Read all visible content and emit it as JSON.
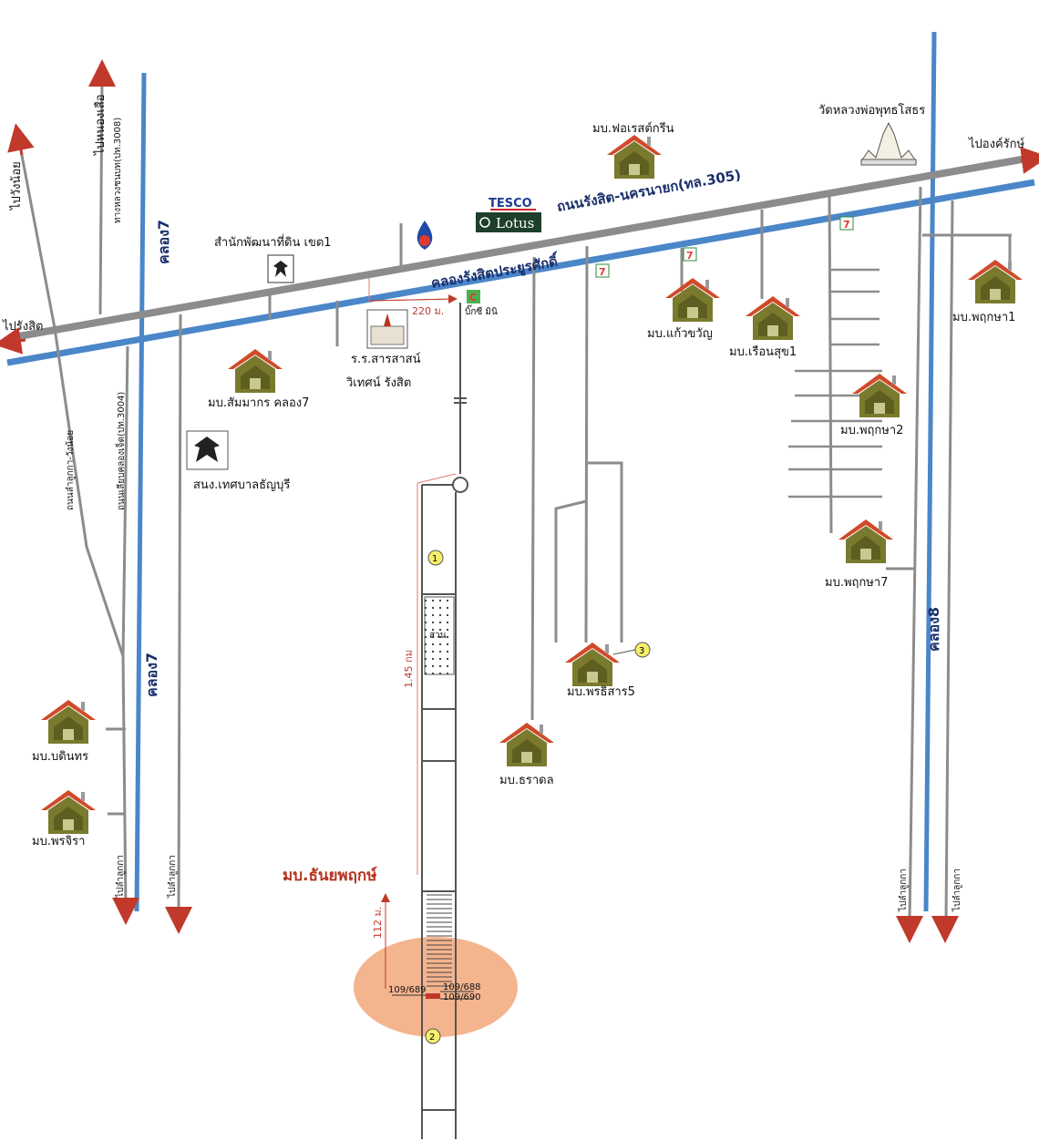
{
  "roads": {
    "main_road": "ถนนรังสิต-นครนายก(ทล.305)",
    "main_canal": "คลองรังสิตประยูรศักดิ์",
    "klong7_top": "คลอง7",
    "klong7_bottom": "คลอง7",
    "klong8": "คลอง8",
    "to_rangsit": "ไปรังสิต",
    "to_ongkharak": "ไปองค์รักษ์",
    "to_wangnoi": "ไปวังน้อย",
    "to_nongsua": "ไปหนองเสือ",
    "side_road_3008": "ทางหลวงชนบท(ปท.3008)",
    "side_road_3004": "ถนนเลียบคลองเจ็ด(ปท.3004)",
    "side_road_lamlukka": "ถนนลำลูกกา-วังน้อย",
    "to_lamlukka_1": "ไปลำลูกกา",
    "to_lamlukka_2": "ไปลำลูกกา",
    "to_lamlukka_3": "ไปลำลูกกา",
    "to_lamlukka_4": "ไปลำลูกกา"
  },
  "places": {
    "forest_green": "มบ.ฟอเรสต์กรีน",
    "wat": "วัดหลวงพ่อพุทธโสธร",
    "land_office": "สำนักพัฒนาที่ดิน เขต1",
    "school_1": "ร.ร.สารสาสน์",
    "school_2": "วิเทศน์ รังสิต",
    "sammakorn": "มบ.สัมมากร คลอง7",
    "thanyaburi": "สนง.เทศบาลธัญบุรี",
    "kaewkwan": "มบ.แก้วขวัญ",
    "ruansuk": "มบ.เรือนสุข1",
    "pruksa1": "มบ.พฤกษา1",
    "pruksa2": "มบ.พฤกษา2",
    "pruksa7": "มบ.พฤกษา7",
    "pornthisan": "มบ.พรธิสาร5",
    "tharadol": "มบ.ธราดล",
    "bodintorn": "มบ.บดินทร",
    "pornjira": "มบ.พรจิรา",
    "bigc": "บิ๊กซี มินิ",
    "project": "มบ.ธันยพฤกษ์",
    "tesco_top": "TESCO",
    "tesco_bottom": "Lotus"
  },
  "distances": {
    "d220": "220 ม.",
    "d145": "1.45 กม",
    "d112": "112 ม."
  },
  "plots": {
    "left": "109/689",
    "right_top": "109/688",
    "right_bottom": "109/690",
    "park": "สวน"
  },
  "markers": {
    "m1": "1",
    "m2": "2",
    "m3": "3",
    "seven": "7"
  },
  "colors": {
    "canal": "#4a86c8",
    "road": "#8c8c8c",
    "house_roof": "#d04a2a",
    "house_body": "#6b6b2a",
    "arrow": "#c0392b",
    "project_highlight": "#f2a77a"
  }
}
